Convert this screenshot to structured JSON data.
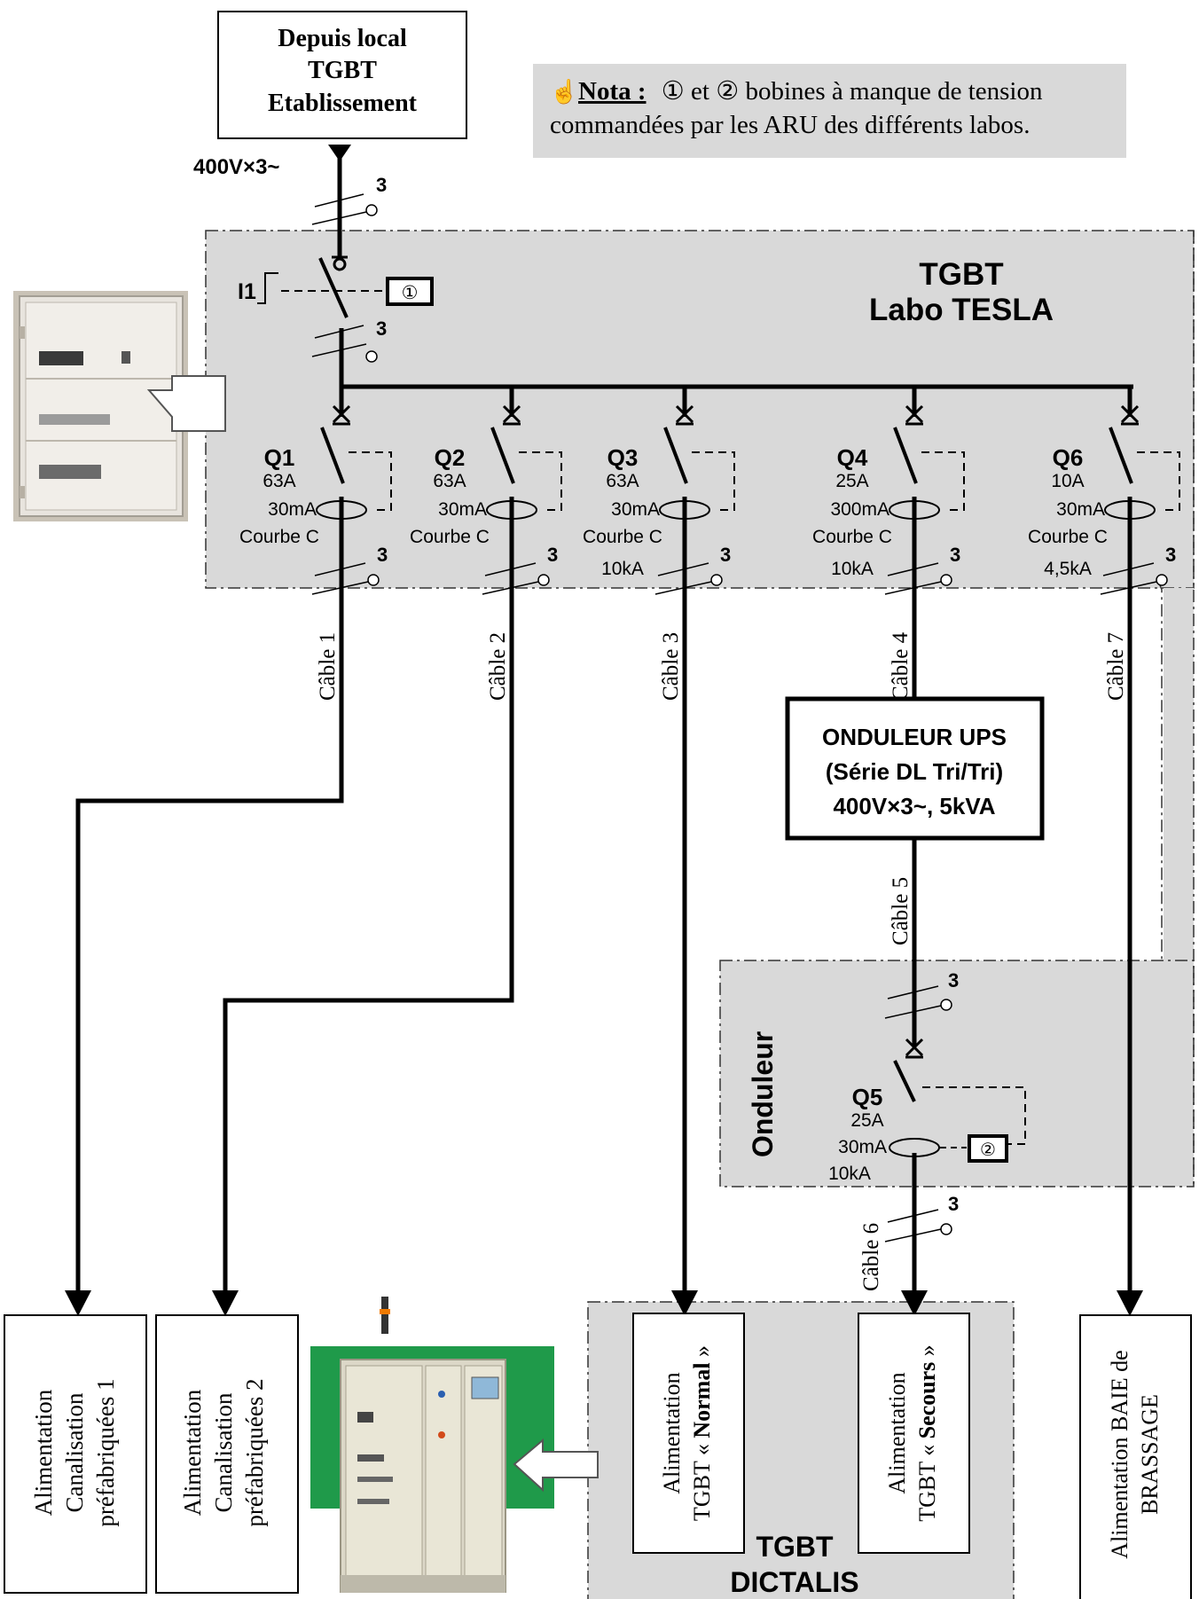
{
  "source": {
    "lines": [
      "Depuis local",
      "TGBT",
      "Etablissement"
    ]
  },
  "supply_voltage": "400V×3~",
  "nota": {
    "marker": "Nota :",
    "line1_rest": "① et ② bobines à manque de tension",
    "line2": "commandées par les ARU des différents labos."
  },
  "tgbt_tesla": {
    "line1": "TGBT",
    "line2": "Labo TESLA"
  },
  "main_switch": {
    "label": "I1",
    "coil": "①"
  },
  "conductor_count": "3",
  "breakers": [
    {
      "name": "Q1",
      "rating": "63A",
      "sensitivity": "30mA",
      "curve": "Courbe C",
      "breaking": ""
    },
    {
      "name": "Q2",
      "rating": "63A",
      "sensitivity": "30mA",
      "curve": "Courbe C",
      "breaking": ""
    },
    {
      "name": "Q3",
      "rating": "63A",
      "sensitivity": "30mA",
      "curve": "Courbe C",
      "breaking": "10kA"
    },
    {
      "name": "Q4",
      "rating": "25A",
      "sensitivity": "300mA",
      "curve": "Courbe C",
      "breaking": "10kA"
    },
    {
      "name": "Q6",
      "rating": "10A",
      "sensitivity": "30mA",
      "curve": "Courbe C",
      "breaking": "4,5kA"
    }
  ],
  "cables": [
    "Câble 1",
    "Câble 2",
    "Câble 3",
    "Câble 4",
    "Câble 5",
    "Câble 6",
    "Câble 7"
  ],
  "ups": {
    "lines": [
      "ONDULEUR UPS",
      "(Série DL Tri/Tri)",
      "400V×3~, 5kVA"
    ]
  },
  "onduleur_zone": {
    "label": "Onduleur"
  },
  "q5": {
    "name": "Q5",
    "rating": "25A",
    "sensitivity": "30mA",
    "breaking": "10kA",
    "coil": "②"
  },
  "outputs": {
    "canal1": [
      "Alimentation",
      "Canalisation",
      "préfabriquées 1"
    ],
    "canal2": [
      "Alimentation",
      "Canalisation",
      "préfabriquées 2"
    ],
    "normal": {
      "line1": "Alimentation",
      "line2_pre": "TGBT « ",
      "line2_bold": "Normal",
      "line2_post": " »"
    },
    "secours": {
      "line1": "Alimentation",
      "line2_pre": "TGBT « ",
      "line2_bold": "Secours",
      "line2_post": " »"
    },
    "baie": [
      "Alimentation BAIE de",
      "BRASSAGE"
    ]
  },
  "tgbt_dictalis": {
    "line1": "TGBT",
    "line2": "DICTALIS"
  },
  "colors": {
    "zone_fill": "#d9d9d9",
    "nota_fill": "#d9d9d9",
    "line": "#000000",
    "cabinet_green": "#1f9a4a"
  }
}
